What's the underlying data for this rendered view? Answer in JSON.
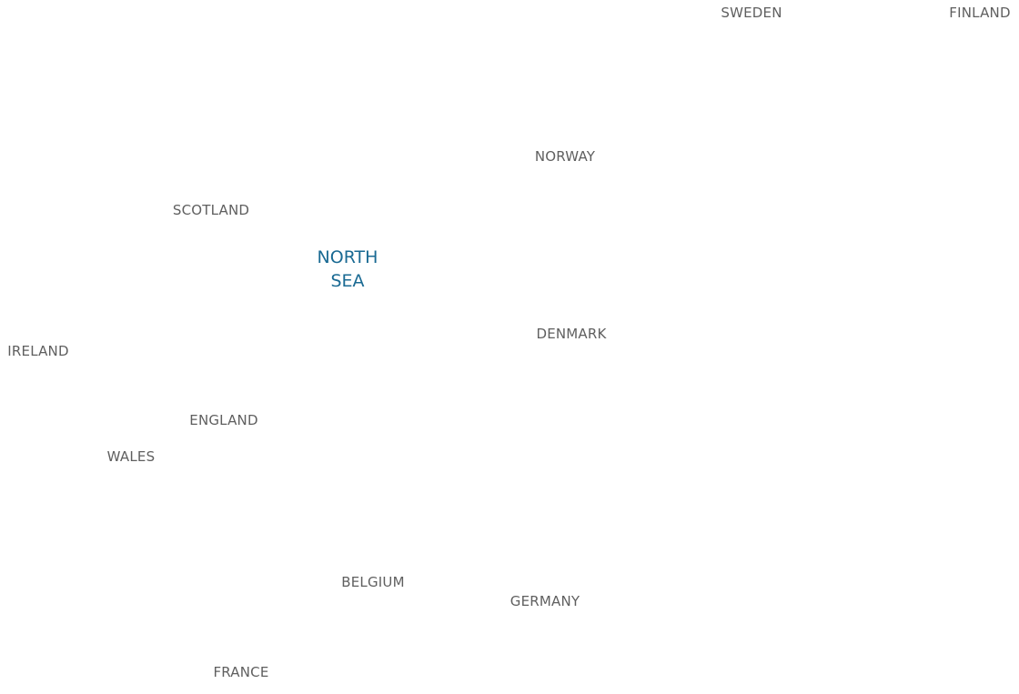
{
  "colors": {
    "background": "#ffffff",
    "country_label": "#5f5f5f",
    "sea_label": "#1a6a93"
  },
  "map": {
    "countries": {
      "sweden": "SWEDEN",
      "finland": "FINLAND",
      "norway": "NORWAY",
      "scotland": "SCOTLAND",
      "denmark": "DENMARK",
      "ireland": "IRELAND",
      "england": "ENGLAND",
      "wales": "WALES",
      "belgium": "BELGIUM",
      "germany": "GERMANY",
      "france": "FRANCE"
    },
    "sea": {
      "line1": "NORTH",
      "line2": "SEA"
    }
  }
}
